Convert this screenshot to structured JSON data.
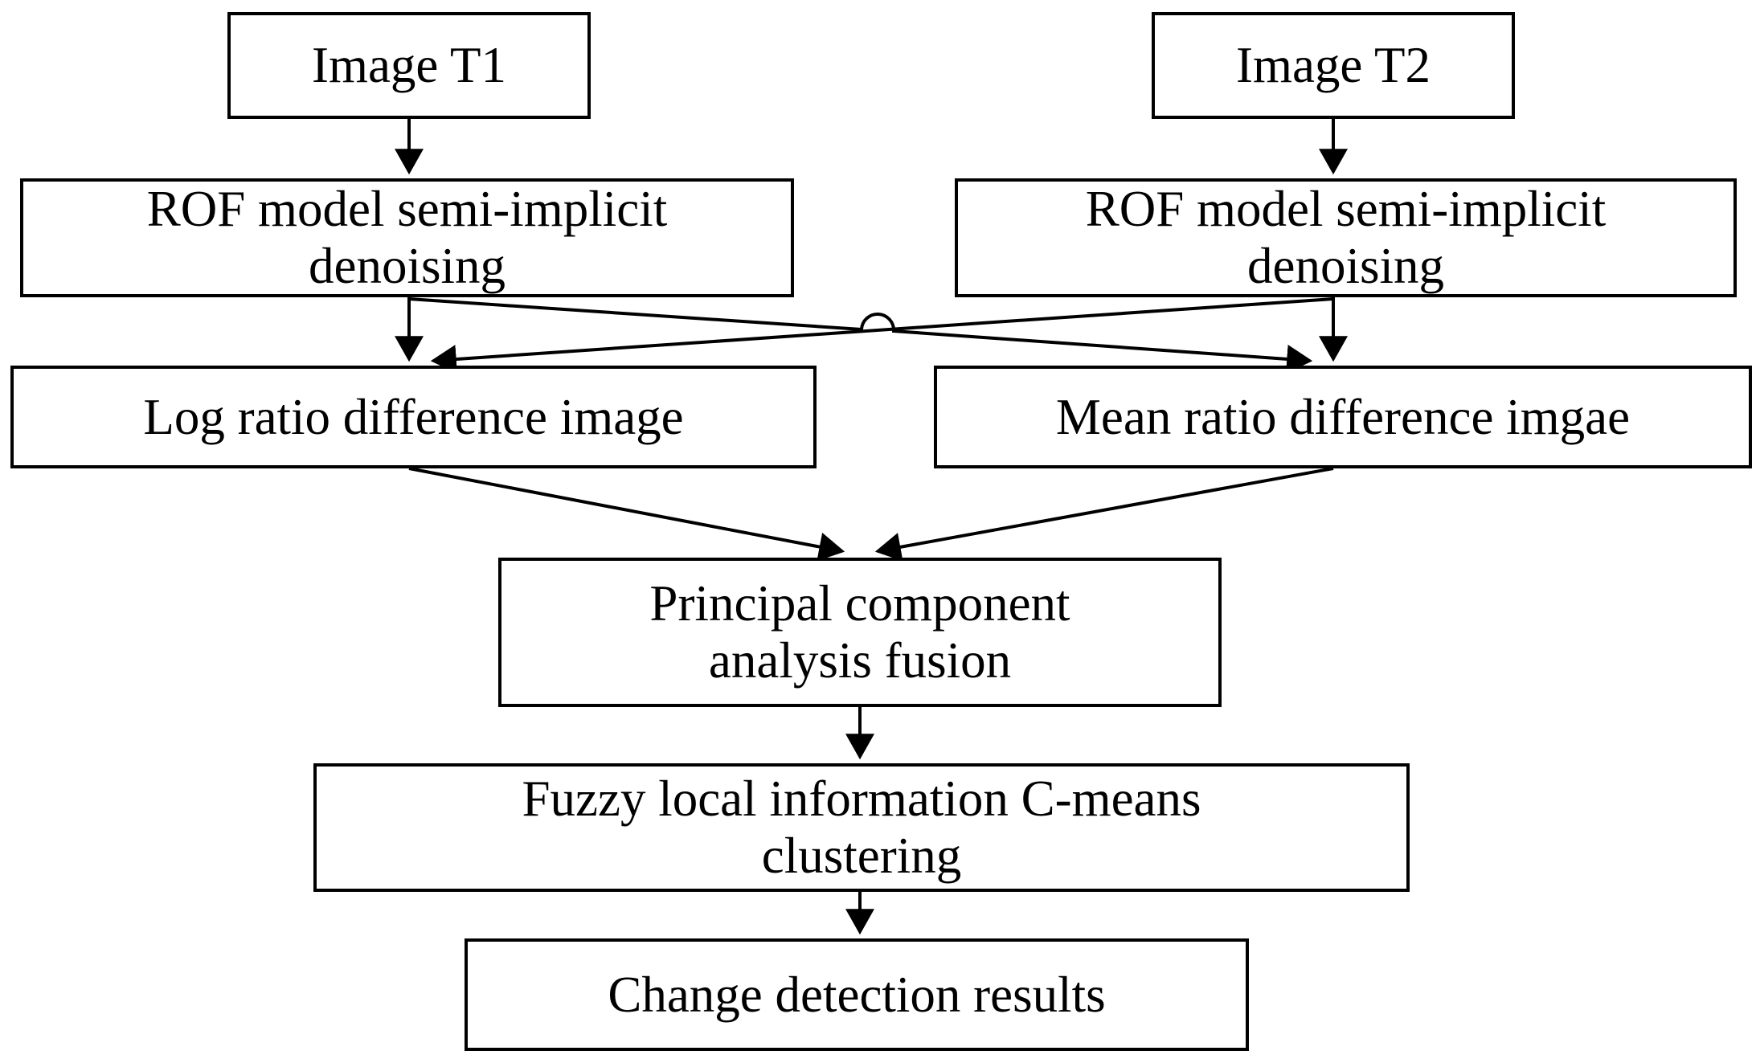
{
  "diagram": {
    "title": "Change detection flowchart",
    "type": "flowchart",
    "orientation": "top-to-bottom",
    "stroke_color": "#000000",
    "fill_color": "#ffffff",
    "background_color": "#ffffff",
    "nodes": [
      {
        "id": "image_t1",
        "label": "Image T1"
      },
      {
        "id": "image_t2",
        "label": "Image T2"
      },
      {
        "id": "rof_left",
        "label": "ROF model semi-implicit\ndenoising"
      },
      {
        "id": "rof_right",
        "label": "ROF model semi-implicit\ndenoising"
      },
      {
        "id": "log_ratio",
        "label": "Log ratio difference image"
      },
      {
        "id": "mean_ratio",
        "label": "Mean ratio difference imgae"
      },
      {
        "id": "pca",
        "label": "Principal component\nanalysis fusion"
      },
      {
        "id": "flicm",
        "label": "Fuzzy local information C-means\nclustering"
      },
      {
        "id": "result",
        "label": "Change detection results"
      }
    ],
    "edges": [
      {
        "from": "image_t1",
        "to": "rof_left",
        "style": "straight-down"
      },
      {
        "from": "image_t2",
        "to": "rof_right",
        "style": "straight-down"
      },
      {
        "from": "rof_left",
        "to": "log_ratio",
        "style": "straight-down"
      },
      {
        "from": "rof_left",
        "to": "mean_ratio",
        "style": "diagonal-cross"
      },
      {
        "from": "rof_right",
        "to": "log_ratio",
        "style": "diagonal-cross"
      },
      {
        "from": "rof_right",
        "to": "mean_ratio",
        "style": "straight-down"
      },
      {
        "from": "log_ratio",
        "to": "pca",
        "style": "diagonal"
      },
      {
        "from": "mean_ratio",
        "to": "pca",
        "style": "diagonal"
      },
      {
        "from": "pca",
        "to": "flicm",
        "style": "straight-down"
      },
      {
        "from": "flicm",
        "to": "result",
        "style": "straight-down"
      }
    ],
    "crossing_marker": "line-hop-semicircle"
  }
}
